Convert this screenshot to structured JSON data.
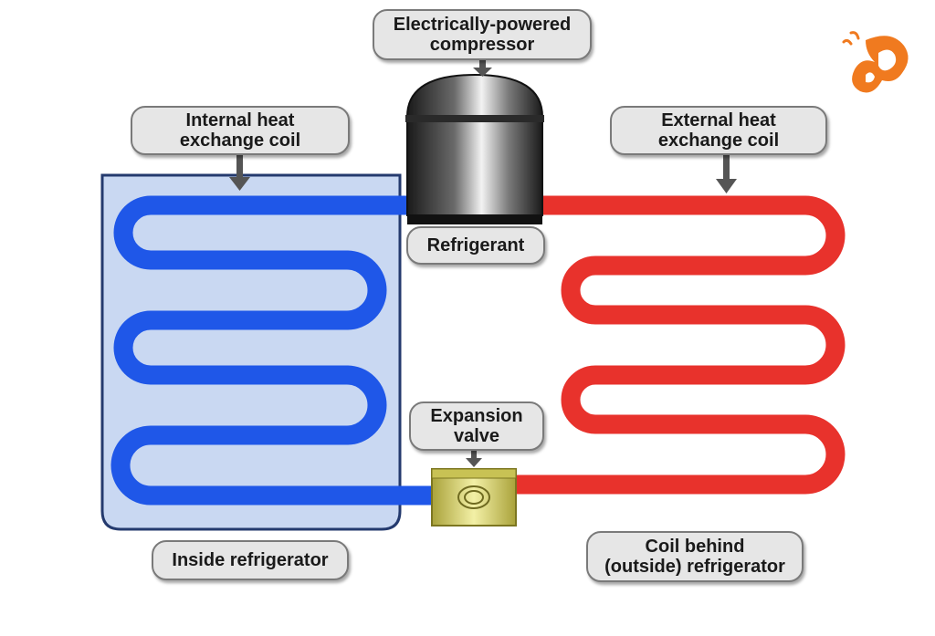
{
  "labels": {
    "compressor": [
      "Electrically-powered",
      "compressor"
    ],
    "internal_coil": [
      "Internal heat",
      "exchange coil"
    ],
    "external_coil": [
      "External heat",
      "exchange coil"
    ],
    "refrigerant": [
      "Refrigerant"
    ],
    "expansion_valve": [
      "Expansion",
      "valve"
    ],
    "inside_refrigerator": [
      "Inside refrigerator"
    ],
    "coil_behind": [
      "Coil behind",
      "(outside) refrigerator"
    ]
  },
  "colors": {
    "cold_coil": "#1f57e8",
    "hot_coil": "#e8322c",
    "compartment_fill": "#c9d8f2",
    "compartment_border": "#243a6e",
    "valve": "#d9d36a",
    "logo": "#f07a1f",
    "label_fill": "#e6e6e6",
    "label_border": "#7a7a7a",
    "arrow": "#555555"
  },
  "icons": {
    "logo": "orange-swirl-butterfly-logo",
    "compressor": "cylindrical-compressor-icon",
    "valve": "expansion-valve-icon"
  }
}
